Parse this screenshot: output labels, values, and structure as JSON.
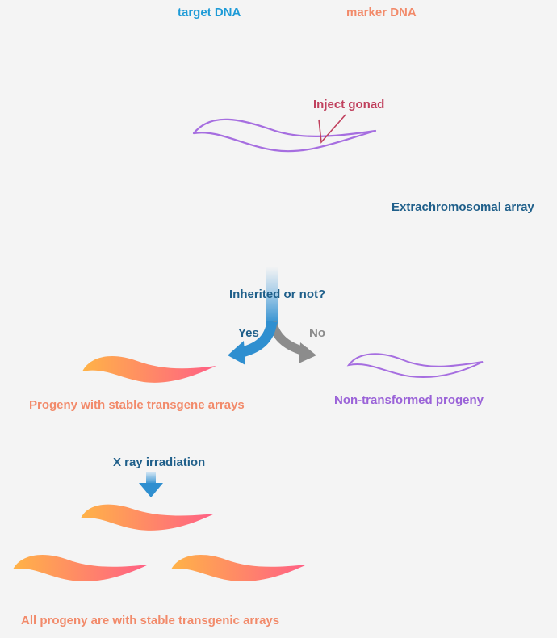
{
  "labels": {
    "target_dna": "target DNA",
    "marker_dna": "marker DNA",
    "inject": "Inject gonad",
    "extrachromosomal": "Extrachromosomal array",
    "inherited": "Inherited or not?",
    "yes": "Yes",
    "no": "No",
    "stable_progeny": "Progeny with stable transgene arrays",
    "non_transformed": "Non-transformed progeny",
    "xray": "X ray irradiation",
    "all_progeny": "All progeny are with stable transgenic arrays"
  },
  "colors": {
    "target_start": "#2ec4c6",
    "target_end": "#1a86d8",
    "marker_start": "#ff5f86",
    "marker_end": "#ffb347",
    "worm_outline": "#a66ee0",
    "worm_fill_start": "#ffb347",
    "worm_fill_end": "#ff5f86",
    "arrow_blue": "#2f8fd0",
    "arrow_gray": "#8c8c8c",
    "inject_line": "#c0405d"
  }
}
